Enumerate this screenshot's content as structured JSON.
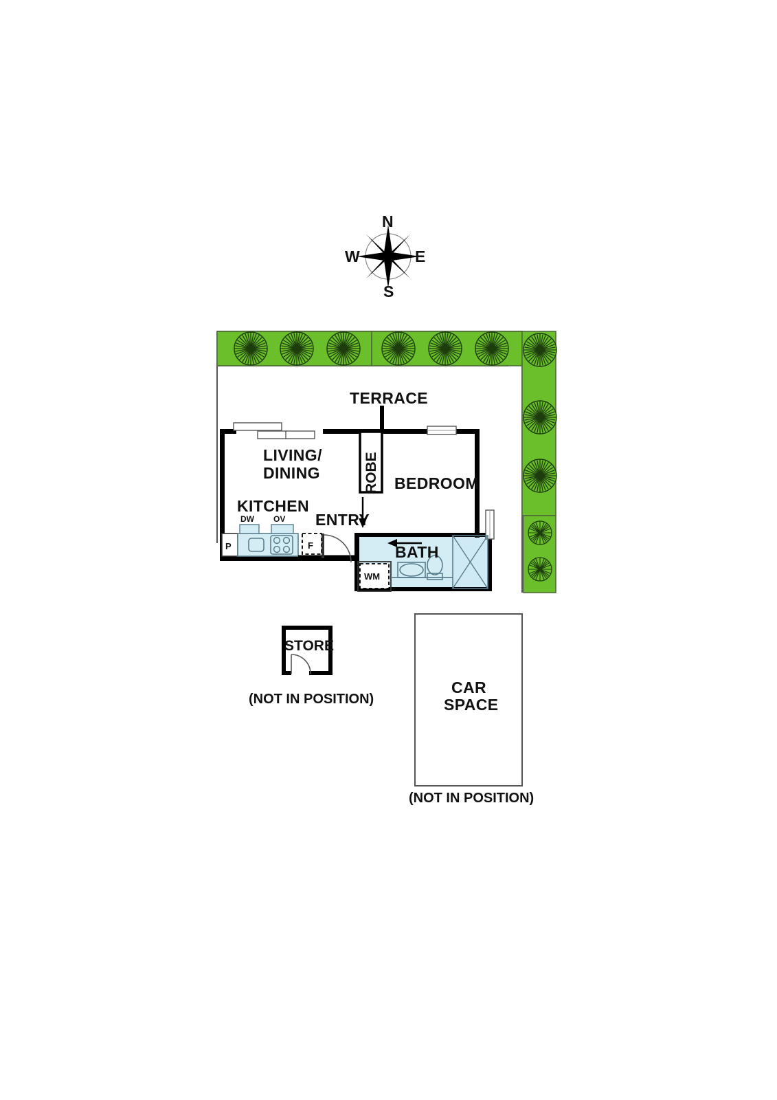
{
  "plan": {
    "title": "Apartment floor plan",
    "compass": {
      "north": "N",
      "east": "E",
      "south": "S",
      "west": "W"
    },
    "rooms": [
      {
        "key": "terrace",
        "label": "TERRACE"
      },
      {
        "key": "living_dining_line1",
        "label": "LIVING/"
      },
      {
        "key": "living_dining_line2",
        "label": "DINING"
      },
      {
        "key": "kitchen",
        "label": "KITCHEN"
      },
      {
        "key": "robe",
        "label": "ROBE"
      },
      {
        "key": "bedroom",
        "label": "BEDROOM"
      },
      {
        "key": "entry",
        "label": "ENTRY"
      },
      {
        "key": "bath",
        "label": "BATH"
      },
      {
        "key": "store",
        "label": "STORE"
      },
      {
        "key": "car_space_line1",
        "label": "CAR"
      },
      {
        "key": "car_space_line2",
        "label": "SPACE"
      }
    ],
    "appliances": [
      {
        "key": "dishwasher",
        "label": "DW"
      },
      {
        "key": "oven",
        "label": "OV"
      },
      {
        "key": "pantry",
        "label": "P"
      },
      {
        "key": "fridge",
        "label": "F"
      },
      {
        "key": "washing_machine",
        "label": "WM"
      }
    ],
    "notes": {
      "store_note": "(NOT IN POSITION)",
      "car_space_note": "(NOT IN POSITION)"
    },
    "colors": {
      "hedge_green": "#6abf2a",
      "hedge_green_dark": "#4e9216",
      "fixture_blue": "#d4edf5",
      "fixture_blue_stroke": "#5a7d8c",
      "wall_black": "#000000",
      "thin_line_gray": "#555555",
      "background": "#ffffff"
    }
  }
}
